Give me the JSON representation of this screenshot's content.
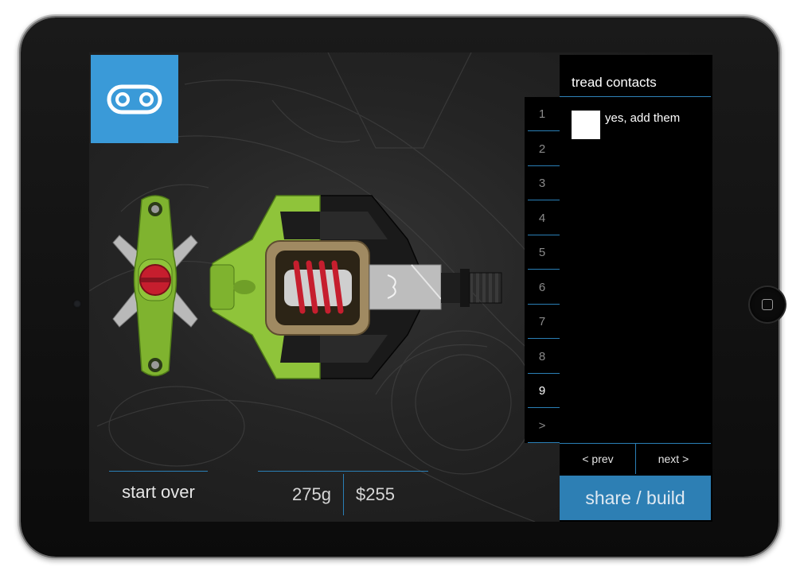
{
  "panel": {
    "title": "tread contacts",
    "steps": [
      "1",
      "2",
      "3",
      "4",
      "5",
      "6",
      "7",
      "8",
      "9",
      ">"
    ],
    "active_step_index": 8,
    "option": {
      "label": "yes, add them",
      "checked": false
    }
  },
  "nav": {
    "prev_label": "< prev",
    "next_label": "next >"
  },
  "actions": {
    "share_label": "share / build",
    "start_over_label": "start over"
  },
  "stats": {
    "weight": "275g",
    "price": "$255"
  },
  "colors": {
    "accent_blue": "#3a9ad8",
    "button_blue": "#2d7fb4",
    "rule_blue": "#2a7fb6",
    "pedal_green": "#8fc43a",
    "spring_red": "#c61e2e"
  },
  "icons": {
    "logo": "crankbrothers-logo-icon"
  }
}
